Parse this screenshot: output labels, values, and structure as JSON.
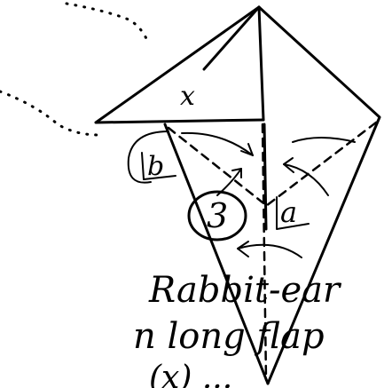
{
  "labels": {
    "flap_x": "x",
    "flap_a": "a",
    "flap_b": "b",
    "step_number": "3"
  },
  "instruction": {
    "line1": "Rabbit-ear",
    "line2": "n long flap",
    "line3": "(x) ..."
  }
}
